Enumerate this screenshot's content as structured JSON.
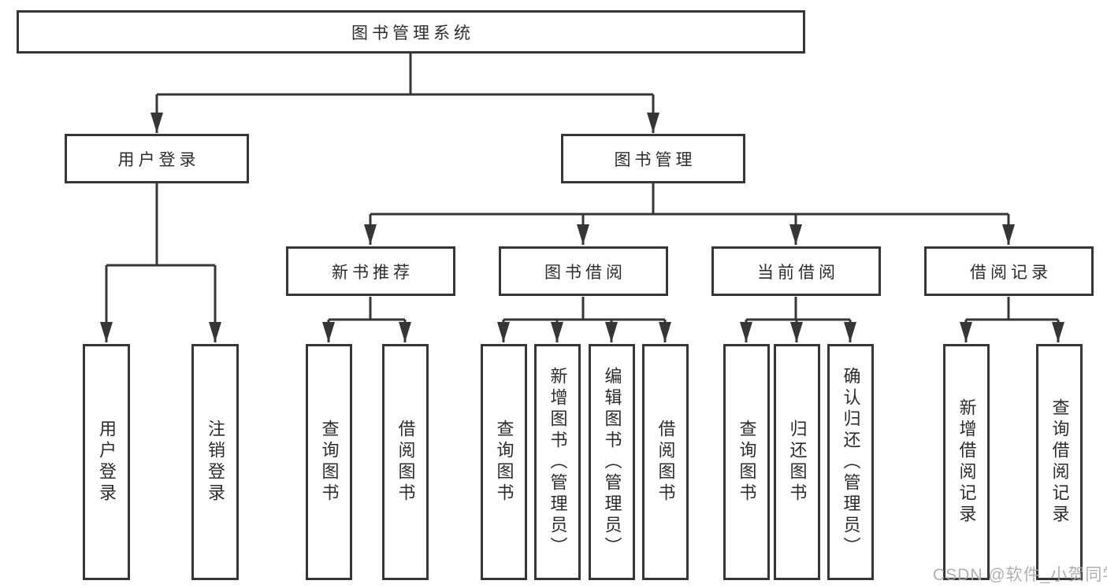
{
  "tree": {
    "label": "图书管理系统",
    "children": [
      {
        "label": "用户登录",
        "children": [
          {
            "label": "用户登录"
          },
          {
            "label": "注销登录"
          }
        ]
      },
      {
        "label": "图书管理",
        "children": [
          {
            "label": "新书推荐",
            "children": [
              {
                "label": "查询图书"
              },
              {
                "label": "借阅图书"
              }
            ]
          },
          {
            "label": "图书借阅",
            "children": [
              {
                "label": "查询图书"
              },
              {
                "label": "新增图书（管理员）"
              },
              {
                "label": "编辑图书（管理员）"
              },
              {
                "label": "借阅图书"
              }
            ]
          },
          {
            "label": "当前借阅",
            "children": [
              {
                "label": "查询图书"
              },
              {
                "label": "归还图书"
              },
              {
                "label": "确认归还（管理员）"
              }
            ]
          },
          {
            "label": "借阅记录",
            "children": [
              {
                "label": "新增借阅记录"
              },
              {
                "label": "查询借阅记录"
              }
            ]
          }
        ]
      }
    ]
  },
  "watermark": {
    "text": "CSDN @软件_小贺同学"
  },
  "colors": {
    "line": "#363636",
    "box_border": "#363636",
    "text": "#2c2c2c",
    "background": "#ffffff",
    "watermark": "#a8a8a8"
  }
}
